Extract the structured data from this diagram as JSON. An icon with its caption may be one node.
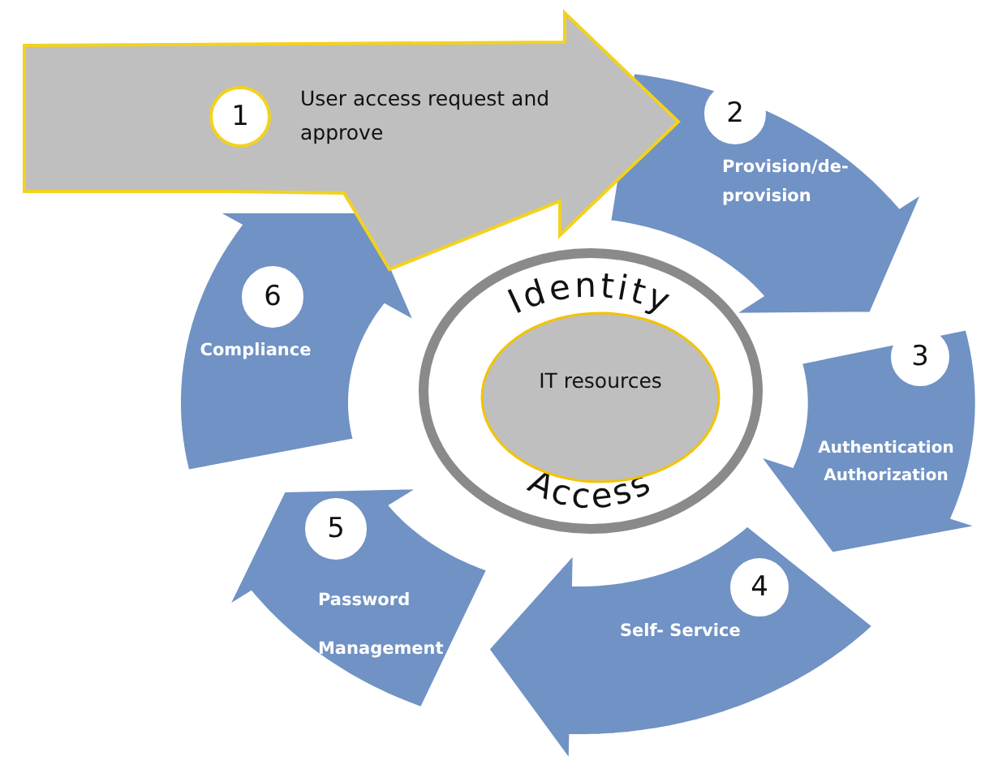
{
  "diagram": {
    "nodes": [
      {
        "text": [
          "1",
          "User access request and approve"
        ]
      },
      {
        "text": [
          "2",
          "Provision/de-provision"
        ]
      },
      {
        "text": [
          "3",
          "Authentication Authorization"
        ]
      },
      {
        "text": [
          "4",
          "Self- Service"
        ]
      },
      {
        "text": [
          "5",
          "Password Management"
        ]
      },
      {
        "text": [
          "6",
          "Compliance"
        ]
      },
      {
        "text": [
          "Identity",
          "Access"
        ]
      },
      {
        "text": [
          "IT resources"
        ],
        "in": 6
      }
    ]
  }
}
